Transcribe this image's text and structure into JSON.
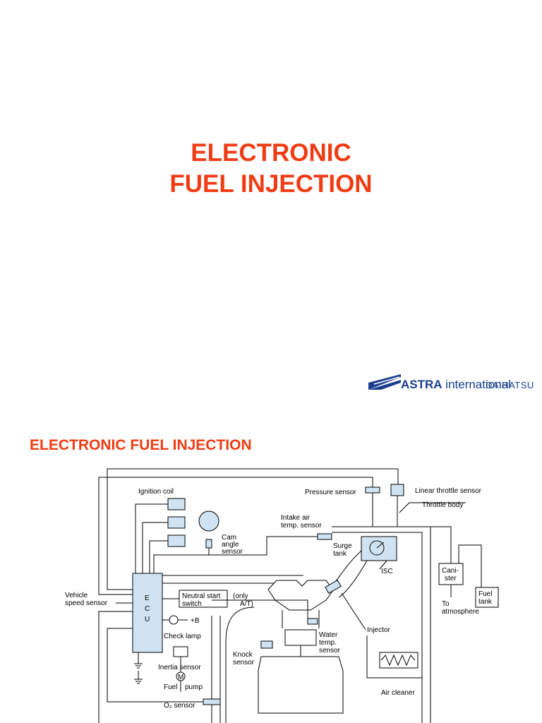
{
  "slide": {
    "title_line1": "ELECTRONIC",
    "title_line2": "FUEL INJECTION",
    "logo": {
      "brand_bold": "ASTRA",
      "brand_rest": " international",
      "sub": "DAIHATSU",
      "brand_color": "#1a3d8c"
    },
    "title_color": "#f03c14"
  },
  "section": {
    "title": "ELECTRONIC FUEL INJECTION"
  },
  "diagram": {
    "labels": {
      "ignition_coil": "Ignition coil",
      "cam_angle_1": "Cam",
      "cam_angle_2": "angle",
      "cam_angle_3": "sensor",
      "pressure_sensor": "Pressure sensor",
      "linear_throttle": "Linear throttle sensor",
      "throttle_body": "Throttle body",
      "intake_air_1": "Intake air",
      "intake_air_2": "temp. sensor",
      "surge_1": "Surge",
      "surge_2": "tank",
      "isc": "ISC",
      "canister_1": "Cani-",
      "canister_2": "ster",
      "fuel_tank_1": "Fuel",
      "fuel_tank_2": "tank",
      "to_atm_1": "To",
      "to_atm_2": "atmosphere",
      "vehicle_speed_1": "Vehicle",
      "vehicle_speed_2": "speed sensor",
      "ecu": "ECU",
      "neutral_1": "Neutral start",
      "neutral_2": "switch",
      "only_1": "(only",
      "only_2": "A/T)",
      "injector": "Injector",
      "plus_b": "+B",
      "check_lamp": "Check lamp",
      "water_1": "Water",
      "water_2": "temp.",
      "water_3": "sensor",
      "knock_1": "Knock",
      "knock_2": "sensor",
      "inertia": "Inertia sensor",
      "fuel_pump_a": "Fuel",
      "fuel_pump_b": "pump",
      "m": "M",
      "o2": "O₂ sensor",
      "air_cleaner": "Air cleaner"
    }
  }
}
